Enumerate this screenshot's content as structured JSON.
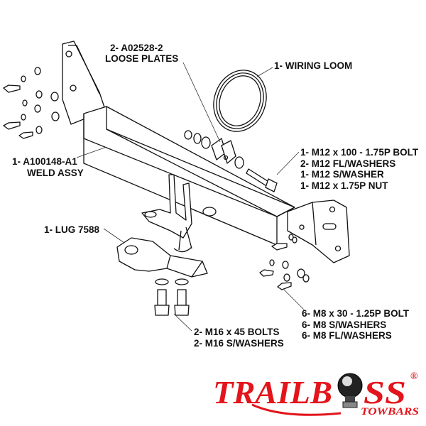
{
  "labels": {
    "loose_plates": [
      "2- A02528-2",
      "LOOSE PLATES"
    ],
    "wiring_loom": "1- WIRING LOOM",
    "weld_assy": [
      "1- A100148-A1",
      "WELD ASSY"
    ],
    "m12_kit": [
      "1- M12 x 100 - 1.75P BOLT",
      "2- M12 FL/WASHERS",
      "1- M12 S/WASHER",
      "1- M12 x 1.75P NUT"
    ],
    "lug": "1- LUG 7588",
    "m8_kit": [
      "6- M8 x 30 - 1.25P BOLT",
      "6- M8 S/WASHERS",
      "6- M8 FL/WASHERS"
    ],
    "m16_kit": [
      "2- M16 x 45 BOLTS",
      "2- M16 S/WASHERS"
    ]
  },
  "logo": {
    "brand": "TRAILBOSS",
    "brand_left": "TRAILB",
    "brand_right": "SS",
    "registered": "®",
    "tagline": "TOWBARS",
    "color": "#e3141b"
  }
}
